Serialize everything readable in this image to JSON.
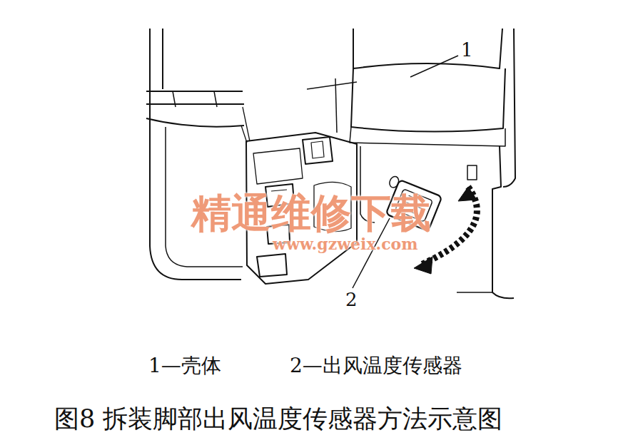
{
  "diagram": {
    "caption": "图8 拆装脚部出风温度传感器方法示意图",
    "labels": [
      "1",
      "2",
      "1—壳体",
      "2—出风温度传感器",
      "精通维修下载",
      "www.gzweix.com"
    ]
  }
}
